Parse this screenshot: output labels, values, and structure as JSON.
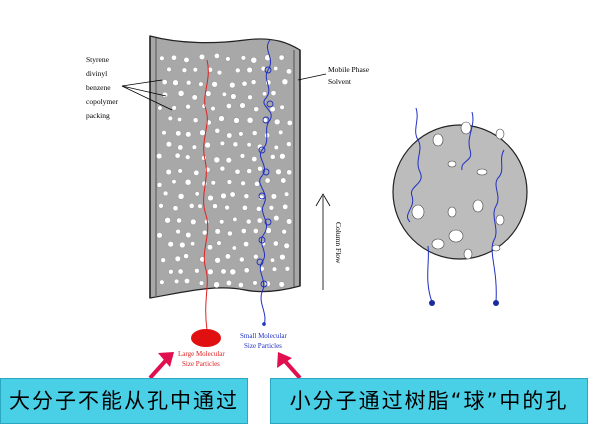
{
  "labels": {
    "packing": [
      "Styrene",
      "divinyl",
      "benzene",
      "copolymer",
      "packing"
    ],
    "mobile_phase": [
      "Mobile Phase",
      "Solvent"
    ],
    "column_flow": "Column Flow",
    "large": [
      "Large Molecular",
      "Size Particles"
    ],
    "small": [
      "Small Molecular",
      "Size Particles"
    ]
  },
  "captions": {
    "left": "大分子不能从孔中通过",
    "right": "小分子通过树脂“球”中的孔"
  },
  "colors": {
    "column_fill": "#a8a8a8",
    "large_path": "#e02020",
    "small_path": "#2030c0",
    "caption_bg": "#4ad0e6",
    "arrow": "#e01050",
    "bead_fill": "#bcbcbc"
  }
}
